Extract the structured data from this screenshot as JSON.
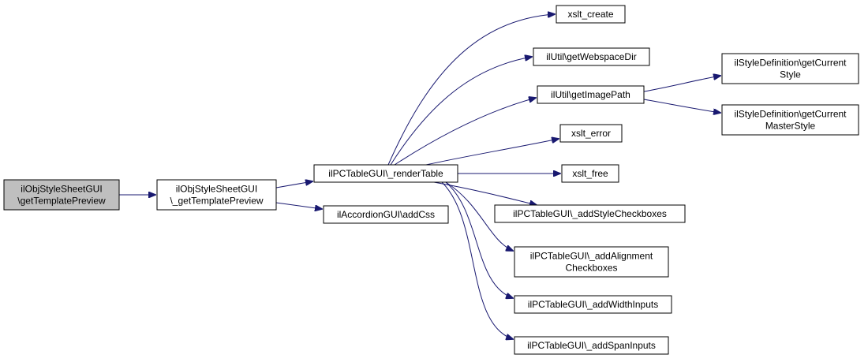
{
  "diagram": {
    "edge_color": "#191970",
    "root_fill": "#bfbfbf",
    "nodes": [
      {
        "id": "n0",
        "lines": [
          "ilObjStyleSheetGUI",
          "\\getTemplatePreview"
        ]
      },
      {
        "id": "n1",
        "lines": [
          "ilObjStyleSheetGUI",
          "\\_getTemplatePreview"
        ]
      },
      {
        "id": "n2",
        "lines": [
          "ilPCTableGUI\\_renderTable"
        ]
      },
      {
        "id": "n3",
        "lines": [
          "ilAccordionGUI\\addCss"
        ]
      },
      {
        "id": "n4",
        "lines": [
          "xslt_create"
        ]
      },
      {
        "id": "n5",
        "lines": [
          "ilUtil\\getWebspaceDir"
        ]
      },
      {
        "id": "n6",
        "lines": [
          "ilUtil\\getImagePath"
        ]
      },
      {
        "id": "n7",
        "lines": [
          "xslt_error"
        ]
      },
      {
        "id": "n8",
        "lines": [
          "xslt_free"
        ]
      },
      {
        "id": "n9",
        "lines": [
          "ilPCTableGUI\\_addStyleCheckboxes"
        ]
      },
      {
        "id": "n10",
        "lines": [
          "ilPCTableGUI\\_addAlignment",
          "Checkboxes"
        ]
      },
      {
        "id": "n11",
        "lines": [
          "ilPCTableGUI\\_addWidthInputs"
        ]
      },
      {
        "id": "n12",
        "lines": [
          "ilPCTableGUI\\_addSpanInputs"
        ]
      },
      {
        "id": "n13",
        "lines": [
          "ilStyleDefinition\\getCurrent",
          "Style"
        ]
      },
      {
        "id": "n14",
        "lines": [
          "ilStyleDefinition\\getCurrent",
          "MasterStyle"
        ]
      }
    ],
    "edges": [
      {
        "from": "n0",
        "to": "n1"
      },
      {
        "from": "n1",
        "to": "n2"
      },
      {
        "from": "n1",
        "to": "n3"
      },
      {
        "from": "n2",
        "to": "n4"
      },
      {
        "from": "n2",
        "to": "n5"
      },
      {
        "from": "n2",
        "to": "n6"
      },
      {
        "from": "n2",
        "to": "n7"
      },
      {
        "from": "n2",
        "to": "n8"
      },
      {
        "from": "n2",
        "to": "n9"
      },
      {
        "from": "n2",
        "to": "n10"
      },
      {
        "from": "n2",
        "to": "n11"
      },
      {
        "from": "n2",
        "to": "n12"
      },
      {
        "from": "n6",
        "to": "n13"
      },
      {
        "from": "n6",
        "to": "n14"
      }
    ]
  }
}
